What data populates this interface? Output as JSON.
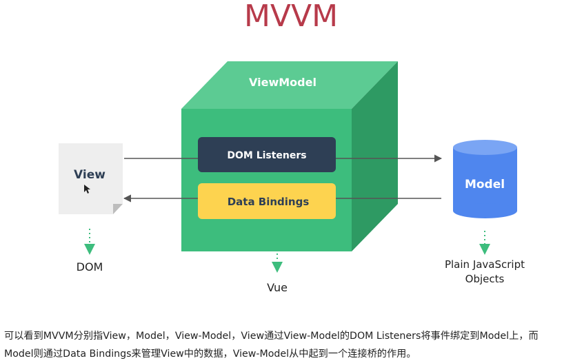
{
  "title": "MVVM",
  "view_label": "View",
  "viewmodel_label": "ViewModel",
  "dom_listeners_label": "DOM Listeners",
  "data_bindings_label": "Data Bindings",
  "model_label": "Model",
  "dom_caption": "DOM",
  "vue_caption": "Vue",
  "model_caption_line1": "Plain JavaScript",
  "model_caption_line2": "Objects",
  "description_line1": "可以看到MVVM分别指View，Model，View-Model，View通过View-Model的DOM Listeners将事件绑定到Model上，而",
  "description_line2": "Model则通过Data Bindings来管理View中的数据，View-Model从中起到一个连接桥的作用。",
  "colors": {
    "title": "#b73a4a",
    "cube_front": "#3dbd7d",
    "cube_top": "#5ccb93",
    "cube_side": "#2e9a63",
    "dom_listeners_box": "#2e3f55",
    "data_bindings_box": "#fdd34f",
    "model_cylinder": "#4f86ee",
    "arrow": "#555555",
    "dotted_arrow": "#3dbd7d"
  }
}
